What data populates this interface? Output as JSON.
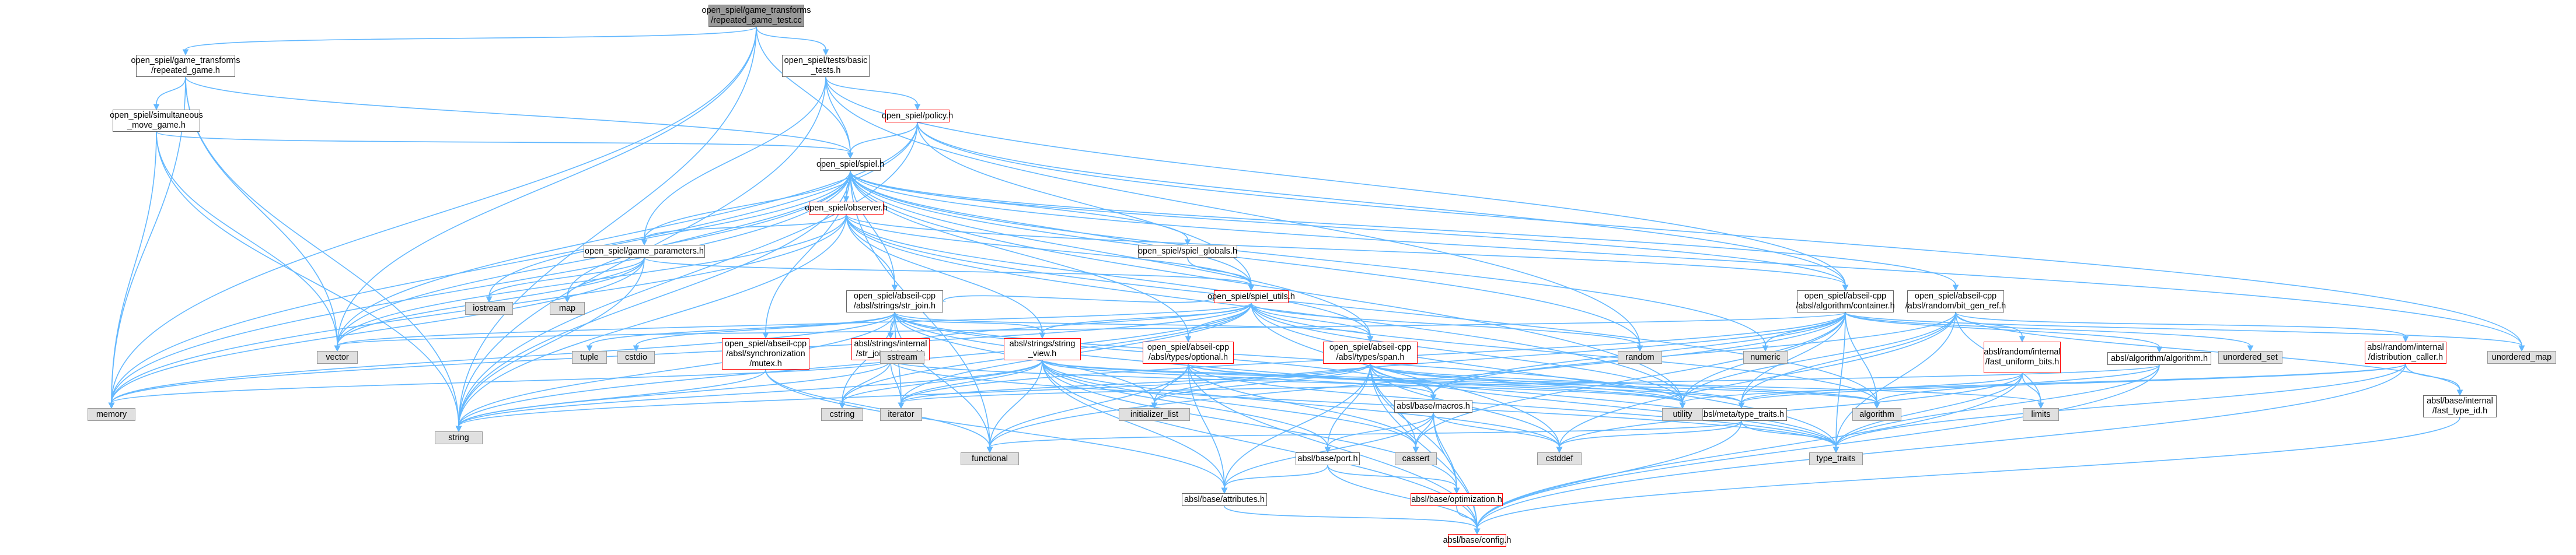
{
  "graph": {
    "nodes": [
      {
        "id": "focus",
        "lines": [
          "open_spiel/game_transforms",
          "/repeated_game_test.cc"
        ],
        "kind": "focus"
      },
      {
        "id": "repeated_game_h",
        "lines": [
          "open_spiel/game_transforms",
          "/repeated_game.h"
        ],
        "kind": "file"
      },
      {
        "id": "basic_tests_h",
        "lines": [
          "open_spiel/tests/basic",
          "_tests.h"
        ],
        "kind": "file"
      },
      {
        "id": "simultaneous_move_game_h",
        "lines": [
          "open_spiel/simultaneous",
          "_move_game.h"
        ],
        "kind": "file"
      },
      {
        "id": "policy_h",
        "lines": [
          "open_spiel/policy.h"
        ],
        "kind": "truncated"
      },
      {
        "id": "spiel_h",
        "lines": [
          "open_spiel/spiel.h"
        ],
        "kind": "file"
      },
      {
        "id": "observer_h",
        "lines": [
          "open_spiel/observer.h"
        ],
        "kind": "truncated"
      },
      {
        "id": "game_parameters_h",
        "lines": [
          "open_spiel/game_parameters.h"
        ],
        "kind": "file"
      },
      {
        "id": "spiel_globals_h",
        "lines": [
          "open_spiel/spiel_globals.h"
        ],
        "kind": "file"
      },
      {
        "id": "spiel_utils_h",
        "lines": [
          "open_spiel/spiel_utils.h"
        ],
        "kind": "truncated"
      },
      {
        "id": "str_join_h",
        "lines": [
          "open_spiel/abseil-cpp",
          "/absl/strings/str_join.h"
        ],
        "kind": "file"
      },
      {
        "id": "container_h",
        "lines": [
          "open_spiel/abseil-cpp",
          "/absl/algorithm/container.h"
        ],
        "kind": "file"
      },
      {
        "id": "bit_gen_ref_h",
        "lines": [
          "open_spiel/abseil-cpp",
          "/absl/random/bit_gen_ref.h"
        ],
        "kind": "file"
      },
      {
        "id": "mutex_h",
        "lines": [
          "open_spiel/abseil-cpp",
          "/absl/synchronization",
          "/mutex.h"
        ],
        "kind": "truncated"
      },
      {
        "id": "str_join_internal_h",
        "lines": [
          "absl/strings/internal",
          "/str_join_internal.h"
        ],
        "kind": "truncated"
      },
      {
        "id": "string_view_h",
        "lines": [
          "absl/strings/string",
          "_view.h"
        ],
        "kind": "truncated"
      },
      {
        "id": "optional_h",
        "lines": [
          "open_spiel/abseil-cpp",
          "/absl/types/optional.h"
        ],
        "kind": "truncated"
      },
      {
        "id": "span_h",
        "lines": [
          "open_spiel/abseil-cpp",
          "/absl/types/span.h"
        ],
        "kind": "truncated"
      },
      {
        "id": "fast_uniform_bits_h",
        "lines": [
          "absl/random/internal",
          "/fast_uniform_bits.h"
        ],
        "kind": "truncated"
      },
      {
        "id": "algorithm_h",
        "lines": [
          "absl/algorithm/algorithm.h"
        ],
        "kind": "file"
      },
      {
        "id": "distribution_caller_h",
        "lines": [
          "absl/random/internal",
          "/distribution_caller.h"
        ],
        "kind": "truncated"
      },
      {
        "id": "fast_type_id_h",
        "lines": [
          "absl/base/internal",
          "/fast_type_id.h"
        ],
        "kind": "file"
      },
      {
        "id": "macros_h",
        "lines": [
          "absl/base/macros.h"
        ],
        "kind": "file"
      },
      {
        "id": "type_traits_h",
        "lines": [
          "absl/meta/type_traits.h"
        ],
        "kind": "file"
      },
      {
        "id": "port_h",
        "lines": [
          "absl/base/port.h"
        ],
        "kind": "file"
      },
      {
        "id": "optimization_h",
        "lines": [
          "absl/base/optimization.h"
        ],
        "kind": "truncated"
      },
      {
        "id": "attributes_h",
        "lines": [
          "absl/base/attributes.h"
        ],
        "kind": "file"
      },
      {
        "id": "config_h",
        "lines": [
          "absl/base/config.h"
        ],
        "kind": "truncated"
      },
      {
        "id": "memory",
        "lines": [
          "memory"
        ],
        "kind": "system"
      },
      {
        "id": "string",
        "lines": [
          "string"
        ],
        "kind": "system"
      },
      {
        "id": "vector",
        "lines": [
          "vector"
        ],
        "kind": "system"
      },
      {
        "id": "iostream",
        "lines": [
          "iostream"
        ],
        "kind": "system"
      },
      {
        "id": "map",
        "lines": [
          "map"
        ],
        "kind": "system"
      },
      {
        "id": "tuple",
        "lines": [
          "tuple"
        ],
        "kind": "system"
      },
      {
        "id": "cstdio",
        "lines": [
          "cstdio"
        ],
        "kind": "system"
      },
      {
        "id": "sstream",
        "lines": [
          "sstream"
        ],
        "kind": "system"
      },
      {
        "id": "random",
        "lines": [
          "random"
        ],
        "kind": "system"
      },
      {
        "id": "numeric",
        "lines": [
          "numeric"
        ],
        "kind": "system"
      },
      {
        "id": "unordered_set",
        "lines": [
          "unordered_set"
        ],
        "kind": "system"
      },
      {
        "id": "unordered_map",
        "lines": [
          "unordered_map"
        ],
        "kind": "system"
      },
      {
        "id": "cstring",
        "lines": [
          "cstring"
        ],
        "kind": "system"
      },
      {
        "id": "iterator",
        "lines": [
          "iterator"
        ],
        "kind": "system"
      },
      {
        "id": "initializer_list",
        "lines": [
          "initializer_list"
        ],
        "kind": "system"
      },
      {
        "id": "utility",
        "lines": [
          "utility"
        ],
        "kind": "system"
      },
      {
        "id": "algorithm",
        "lines": [
          "algorithm"
        ],
        "kind": "system"
      },
      {
        "id": "limits",
        "lines": [
          "limits"
        ],
        "kind": "system"
      },
      {
        "id": "functional",
        "lines": [
          "functional"
        ],
        "kind": "system"
      },
      {
        "id": "cassert",
        "lines": [
          "cassert"
        ],
        "kind": "system"
      },
      {
        "id": "cstddef",
        "lines": [
          "cstddef"
        ],
        "kind": "system"
      },
      {
        "id": "type_traits",
        "lines": [
          "type_traits"
        ],
        "kind": "system"
      }
    ],
    "edges": [
      [
        "focus",
        "repeated_game_h"
      ],
      [
        "focus",
        "basic_tests_h"
      ],
      [
        "focus",
        "spiel_h"
      ],
      [
        "focus",
        "memory"
      ],
      [
        "focus",
        "string"
      ],
      [
        "focus",
        "vector"
      ],
      [
        "repeated_game_h",
        "simultaneous_move_game_h"
      ],
      [
        "repeated_game_h",
        "spiel_h"
      ],
      [
        "repeated_game_h",
        "memory"
      ],
      [
        "repeated_game_h",
        "string"
      ],
      [
        "repeated_game_h",
        "vector"
      ],
      [
        "simultaneous_move_game_h",
        "spiel_h"
      ],
      [
        "simultaneous_move_game_h",
        "memory"
      ],
      [
        "simultaneous_move_game_h",
        "string"
      ],
      [
        "simultaneous_move_game_h",
        "vector"
      ],
      [
        "basic_tests_h",
        "policy_h"
      ],
      [
        "basic_tests_h",
        "spiel_h"
      ],
      [
        "basic_tests_h",
        "game_parameters_h"
      ],
      [
        "basic_tests_h",
        "string"
      ],
      [
        "basic_tests_h",
        "random"
      ],
      [
        "basic_tests_h",
        "container_h"
      ],
      [
        "policy_h",
        "spiel_h"
      ],
      [
        "policy_h",
        "spiel_utils_h"
      ],
      [
        "policy_h",
        "memory"
      ],
      [
        "policy_h",
        "string"
      ],
      [
        "policy_h",
        "vector"
      ],
      [
        "policy_h",
        "unordered_map"
      ],
      [
        "policy_h",
        "container_h"
      ],
      [
        "spiel_h",
        "observer_h"
      ],
      [
        "spiel_h",
        "game_parameters_h"
      ],
      [
        "spiel_h",
        "spiel_globals_h"
      ],
      [
        "spiel_h",
        "spiel_utils_h"
      ],
      [
        "spiel_h",
        "str_join_h"
      ],
      [
        "spiel_h",
        "bit_gen_ref_h"
      ],
      [
        "spiel_h",
        "mutex_h"
      ],
      [
        "spiel_h",
        "optional_h"
      ],
      [
        "spiel_h",
        "span_h"
      ],
      [
        "spiel_h",
        "iostream"
      ],
      [
        "spiel_h",
        "map"
      ],
      [
        "spiel_h",
        "memory"
      ],
      [
        "spiel_h",
        "string"
      ],
      [
        "spiel_h",
        "vector"
      ],
      [
        "spiel_h",
        "random"
      ],
      [
        "spiel_h",
        "numeric"
      ],
      [
        "spiel_h",
        "utility"
      ],
      [
        "spiel_h",
        "unordered_map"
      ],
      [
        "spiel_h",
        "functional"
      ],
      [
        "spiel_h",
        "container_h"
      ],
      [
        "observer_h",
        "game_parameters_h"
      ],
      [
        "observer_h",
        "spiel_utils_h"
      ],
      [
        "observer_h",
        "str_join_h"
      ],
      [
        "observer_h",
        "string_view_h"
      ],
      [
        "observer_h",
        "span_h"
      ],
      [
        "observer_h",
        "memory"
      ],
      [
        "observer_h",
        "string"
      ],
      [
        "observer_h",
        "vector"
      ],
      [
        "observer_h",
        "utility"
      ],
      [
        "observer_h",
        "algorithm"
      ],
      [
        "observer_h",
        "container_h"
      ],
      [
        "game_parameters_h",
        "spiel_utils_h"
      ],
      [
        "game_parameters_h",
        "iostream"
      ],
      [
        "game_parameters_h",
        "map"
      ],
      [
        "game_parameters_h",
        "string"
      ],
      [
        "game_parameters_h",
        "vector"
      ],
      [
        "game_parameters_h",
        "memory"
      ],
      [
        "spiel_globals_h",
        "spiel_utils_h"
      ],
      [
        "spiel_utils_h",
        "str_join_h"
      ],
      [
        "spiel_utils_h",
        "string_view_h"
      ],
      [
        "spiel_utils_h",
        "optional_h"
      ],
      [
        "spiel_utils_h",
        "span_h"
      ],
      [
        "spiel_utils_h",
        "sstream"
      ],
      [
        "spiel_utils_h",
        "random"
      ],
      [
        "spiel_utils_h",
        "vector"
      ],
      [
        "spiel_utils_h",
        "string"
      ],
      [
        "spiel_utils_h",
        "memory"
      ],
      [
        "spiel_utils_h",
        "utility"
      ],
      [
        "spiel_utils_h",
        "algorithm"
      ],
      [
        "spiel_utils_h",
        "type_traits"
      ],
      [
        "spiel_utils_h",
        "cstddef"
      ],
      [
        "spiel_utils_h",
        "cstring"
      ],
      [
        "spiel_utils_h",
        "iterator"
      ],
      [
        "str_join_h",
        "str_join_internal_h"
      ],
      [
        "str_join_h",
        "string_view_h"
      ],
      [
        "str_join_h",
        "macros_h"
      ],
      [
        "str_join_h",
        "span_h"
      ],
      [
        "str_join_h",
        "cstdio"
      ],
      [
        "str_join_h",
        "tuple"
      ],
      [
        "str_join_h",
        "string"
      ],
      [
        "str_join_h",
        "iterator"
      ],
      [
        "str_join_h",
        "initializer_list"
      ],
      [
        "str_join_h",
        "utility"
      ],
      [
        "str_join_h",
        "cstring"
      ],
      [
        "str_join_h",
        "type_traits"
      ],
      [
        "str_join_h",
        "memory"
      ],
      [
        "str_join_h",
        "functional"
      ],
      [
        "container_h",
        "algorithm_h"
      ],
      [
        "container_h",
        "macros_h"
      ],
      [
        "container_h",
        "type_traits_h"
      ],
      [
        "container_h",
        "algorithm"
      ],
      [
        "container_h",
        "cassert"
      ],
      [
        "container_h",
        "functional"
      ],
      [
        "container_h",
        "iterator"
      ],
      [
        "container_h",
        "numeric"
      ],
      [
        "container_h",
        "type_traits"
      ],
      [
        "container_h",
        "unordered_map"
      ],
      [
        "container_h",
        "unordered_set"
      ],
      [
        "container_h",
        "utility"
      ],
      [
        "container_h",
        "vector"
      ],
      [
        "container_h",
        "initializer_list"
      ],
      [
        "bit_gen_ref_h",
        "fast_uniform_bits_h"
      ],
      [
        "bit_gen_ref_h",
        "distribution_caller_h"
      ],
      [
        "bit_gen_ref_h",
        "fast_type_id_h"
      ],
      [
        "bit_gen_ref_h",
        "macros_h"
      ],
      [
        "bit_gen_ref_h",
        "type_traits_h"
      ],
      [
        "bit_gen_ref_h",
        "limits"
      ],
      [
        "bit_gen_ref_h",
        "type_traits"
      ],
      [
        "bit_gen_ref_h",
        "utility"
      ],
      [
        "bit_gen_ref_h",
        "cstddef"
      ],
      [
        "mutex_h",
        "attributes_h"
      ],
      [
        "mutex_h",
        "string"
      ],
      [
        "mutex_h",
        "functional"
      ],
      [
        "str_join_internal_h",
        "cstring"
      ],
      [
        "str_join_internal_h",
        "iterator"
      ],
      [
        "str_join_internal_h",
        "memory"
      ],
      [
        "str_join_internal_h",
        "string"
      ],
      [
        "str_join_internal_h",
        "type_traits"
      ],
      [
        "str_join_internal_h",
        "utility"
      ],
      [
        "string_view_h",
        "config_h"
      ],
      [
        "string_view_h",
        "attributes_h"
      ],
      [
        "string_view_h",
        "port_h"
      ],
      [
        "string_view_h",
        "macros_h"
      ],
      [
        "string_view_h",
        "optimization_h"
      ],
      [
        "string_view_h",
        "cassert"
      ],
      [
        "string_view_h",
        "cstddef"
      ],
      [
        "string_view_h",
        "cstring"
      ],
      [
        "string_view_h",
        "iterator"
      ],
      [
        "string_view_h",
        "limits"
      ],
      [
        "string_view_h",
        "string"
      ],
      [
        "string_view_h",
        "algorithm"
      ],
      [
        "string_view_h",
        "functional"
      ],
      [
        "optional_h",
        "config_h"
      ],
      [
        "optional_h",
        "attributes_h"
      ],
      [
        "optional_h",
        "functional"
      ],
      [
        "optional_h",
        "initializer_list"
      ],
      [
        "optional_h",
        "type_traits"
      ],
      [
        "optional_h",
        "utility"
      ],
      [
        "optional_h",
        "cassert"
      ],
      [
        "optional_h",
        "type_traits_h"
      ],
      [
        "span_h",
        "config_h"
      ],
      [
        "span_h",
        "attributes_h"
      ],
      [
        "span_h",
        "macros_h"
      ],
      [
        "span_h",
        "port_h"
      ],
      [
        "span_h",
        "type_traits_h"
      ],
      [
        "span_h",
        "optimization_h"
      ],
      [
        "span_h",
        "algorithm"
      ],
      [
        "span_h",
        "cassert"
      ],
      [
        "span_h",
        "cstddef"
      ],
      [
        "span_h",
        "initializer_list"
      ],
      [
        "span_h",
        "iterator"
      ],
      [
        "span_h",
        "type_traits"
      ],
      [
        "span_h",
        "utility"
      ],
      [
        "span_h",
        "string"
      ],
      [
        "fast_uniform_bits_h",
        "config_h"
      ],
      [
        "fast_uniform_bits_h",
        "type_traits_h"
      ],
      [
        "fast_uniform_bits_h",
        "limits"
      ],
      [
        "fast_uniform_bits_h",
        "type_traits"
      ],
      [
        "fast_uniform_bits_h",
        "cstddef"
      ],
      [
        "algorithm_h",
        "config_h"
      ],
      [
        "algorithm_h",
        "algorithm"
      ],
      [
        "algorithm_h",
        "iterator"
      ],
      [
        "algorithm_h",
        "type_traits"
      ],
      [
        "distribution_caller_h",
        "config_h"
      ],
      [
        "distribution_caller_h",
        "fast_type_id_h"
      ],
      [
        "distribution_caller_h",
        "type_traits_h"
      ],
      [
        "distribution_caller_h",
        "utility"
      ],
      [
        "distribution_caller_h",
        "type_traits"
      ],
      [
        "fast_type_id_h",
        "config_h"
      ],
      [
        "macros_h",
        "config_h"
      ],
      [
        "macros_h",
        "attributes_h"
      ],
      [
        "macros_h",
        "optimization_h"
      ],
      [
        "macros_h",
        "port_h"
      ],
      [
        "macros_h",
        "cassert"
      ],
      [
        "macros_h",
        "cstddef"
      ],
      [
        "type_traits_h",
        "config_h"
      ],
      [
        "type_traits_h",
        "cstddef"
      ],
      [
        "type_traits_h",
        "functional"
      ],
      [
        "type_traits_h",
        "type_traits"
      ],
      [
        "port_h",
        "attributes_h"
      ],
      [
        "port_h",
        "config_h"
      ],
      [
        "port_h",
        "optimization_h"
      ],
      [
        "optimization_h",
        "config_h"
      ],
      [
        "attributes_h",
        "config_h"
      ]
    ]
  },
  "style": {
    "edge_color": "#63b8ff",
    "focus_fill": "#999999",
    "system_fill": "#e0e0e0",
    "truncated_border": "#ff0000",
    "border": "#666666"
  }
}
